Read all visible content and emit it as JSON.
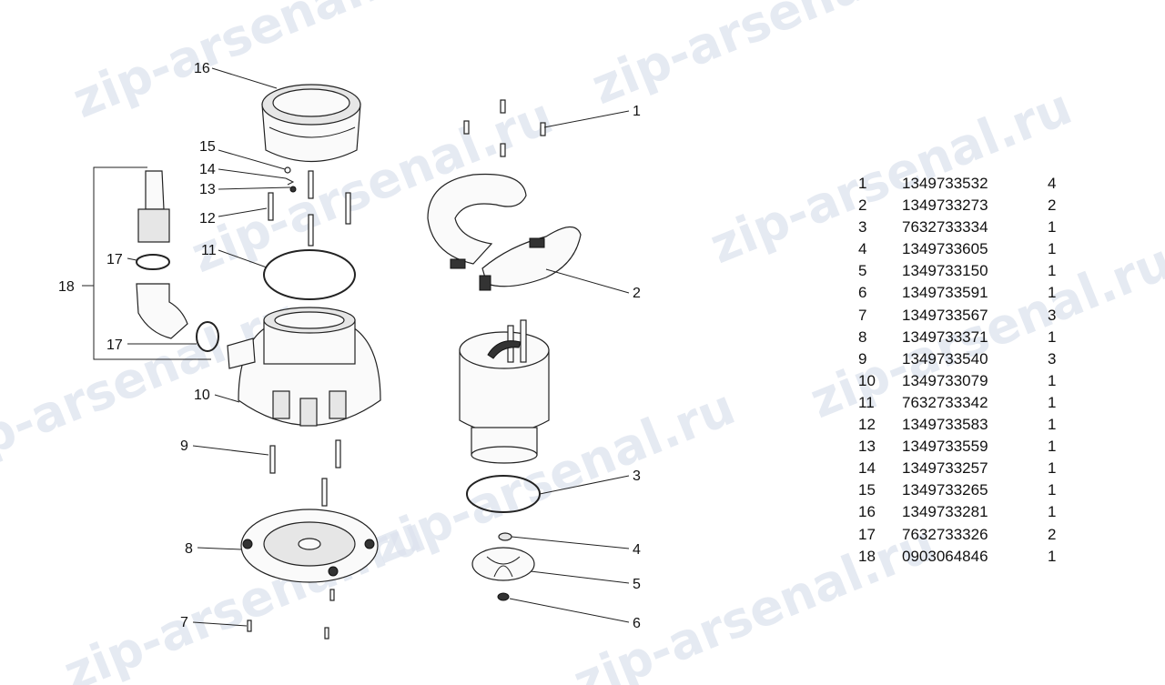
{
  "watermark": "zip-arsenal.ru",
  "callouts": [
    "1",
    "2",
    "3",
    "4",
    "5",
    "6",
    "7",
    "8",
    "9",
    "10",
    "11",
    "12",
    "13",
    "14",
    "15",
    "16",
    "17",
    "17",
    "18"
  ],
  "parts": [
    {
      "num": "1",
      "code": "1349733532",
      "qty": "4"
    },
    {
      "num": "2",
      "code": "1349733273",
      "qty": "2"
    },
    {
      "num": "3",
      "code": "7632733334",
      "qty": "1"
    },
    {
      "num": "4",
      "code": "1349733605",
      "qty": "1"
    },
    {
      "num": "5",
      "code": "1349733150",
      "qty": "1"
    },
    {
      "num": "6",
      "code": "1349733591",
      "qty": "1"
    },
    {
      "num": "7",
      "code": "1349733567",
      "qty": "3"
    },
    {
      "num": "8",
      "code": "1349733371",
      "qty": "1"
    },
    {
      "num": "9",
      "code": "1349733540",
      "qty": "3"
    },
    {
      "num": "10",
      "code": "1349733079",
      "qty": "1"
    },
    {
      "num": "11",
      "code": "7632733342",
      "qty": "1"
    },
    {
      "num": "12",
      "code": "1349733583",
      "qty": "1"
    },
    {
      "num": "13",
      "code": "1349733559",
      "qty": "1"
    },
    {
      "num": "14",
      "code": "1349733257",
      "qty": "1"
    },
    {
      "num": "15",
      "code": "1349733265",
      "qty": "1"
    },
    {
      "num": "16",
      "code": "1349733281",
      "qty": "1"
    },
    {
      "num": "17",
      "code": "7632733326",
      "qty": "2"
    },
    {
      "num": "18",
      "code": "0903064846",
      "qty": "1"
    }
  ]
}
